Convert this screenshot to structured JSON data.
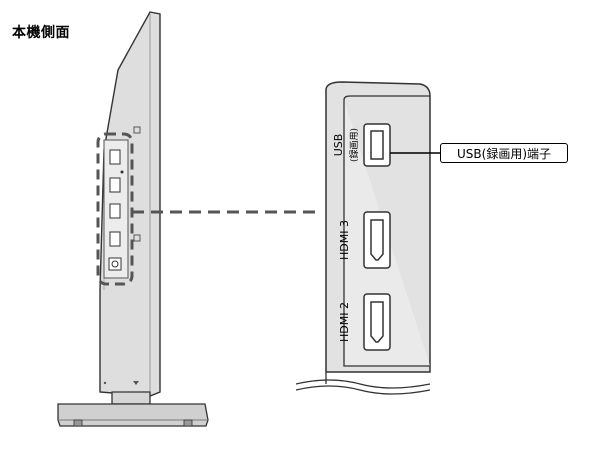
{
  "title": "本機側面",
  "panel": {
    "usb_label": "USB",
    "usb_sublabel": "(録画用)",
    "hdmi3_label": "HDMI 3",
    "hdmi2_label": "HDMI 2"
  },
  "callout": {
    "usb_terminal_label": "USB(録画用)端子"
  },
  "colors": {
    "tv_body": "#dcdcdc",
    "panel_fill": "#e6e6e6",
    "outline": "#333333",
    "dashed": "#555555"
  }
}
